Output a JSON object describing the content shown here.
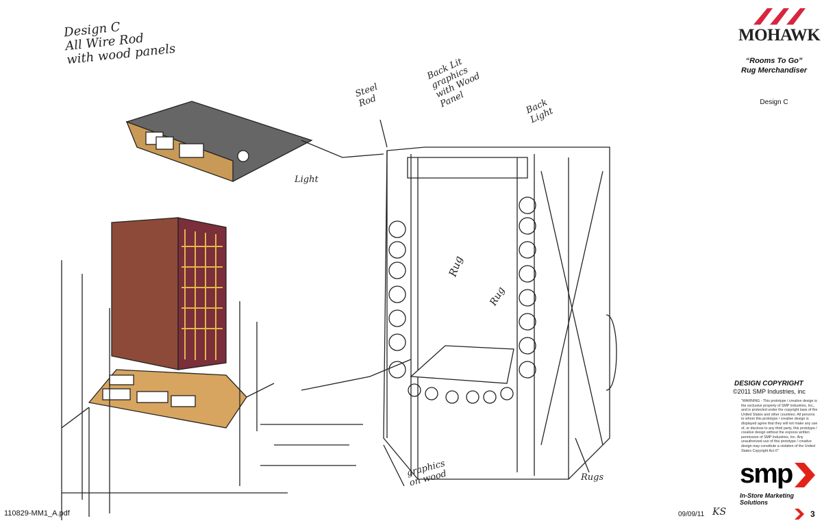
{
  "brand": {
    "name": "MOHAWK",
    "logo_color": "#d8263f"
  },
  "project": {
    "title": "“Rooms To Go”",
    "subtitle": "Rug Merchandiser",
    "design": "Design C"
  },
  "sketch_notes": {
    "title_lines": [
      "Design C",
      "All Wire Rod",
      "with wood panels"
    ],
    "steel_rod": "Steel Rod",
    "back_lit": "Back Lit graphics with Wood Panel",
    "back_light": "Back Light",
    "light": "Light",
    "rug_left": "Rug",
    "rug_right": "Rug",
    "graphics_on_wood": "graphics on wood",
    "rugs": "Rugs"
  },
  "copyright": {
    "title": "DESIGN COPYRIGHT",
    "line": "©2011 SMP Industries, inc",
    "warning": "\"WARNING - This prototype / creative design is the exclusive property of SMP Industries, Inc., and is protected under the copyright laws of the United States and other countries. All persons to whom this prototype / creative design is displayed agree that they will not make any use of, or disclose to any third party, this prototype / creative design without the express written permission of SMP Industries, Inc. Any unauthorized use of this prototype / creative design may constitute a violation of the United States Copyright Act.©\""
  },
  "smp": {
    "name": "smp",
    "tagline": "In-Store Marketing Solutions",
    "accent": "#e2231a"
  },
  "footer": {
    "file": "110829-MM1_A.pdf",
    "date": "09/09/11",
    "initials": "KS",
    "page": "3"
  }
}
